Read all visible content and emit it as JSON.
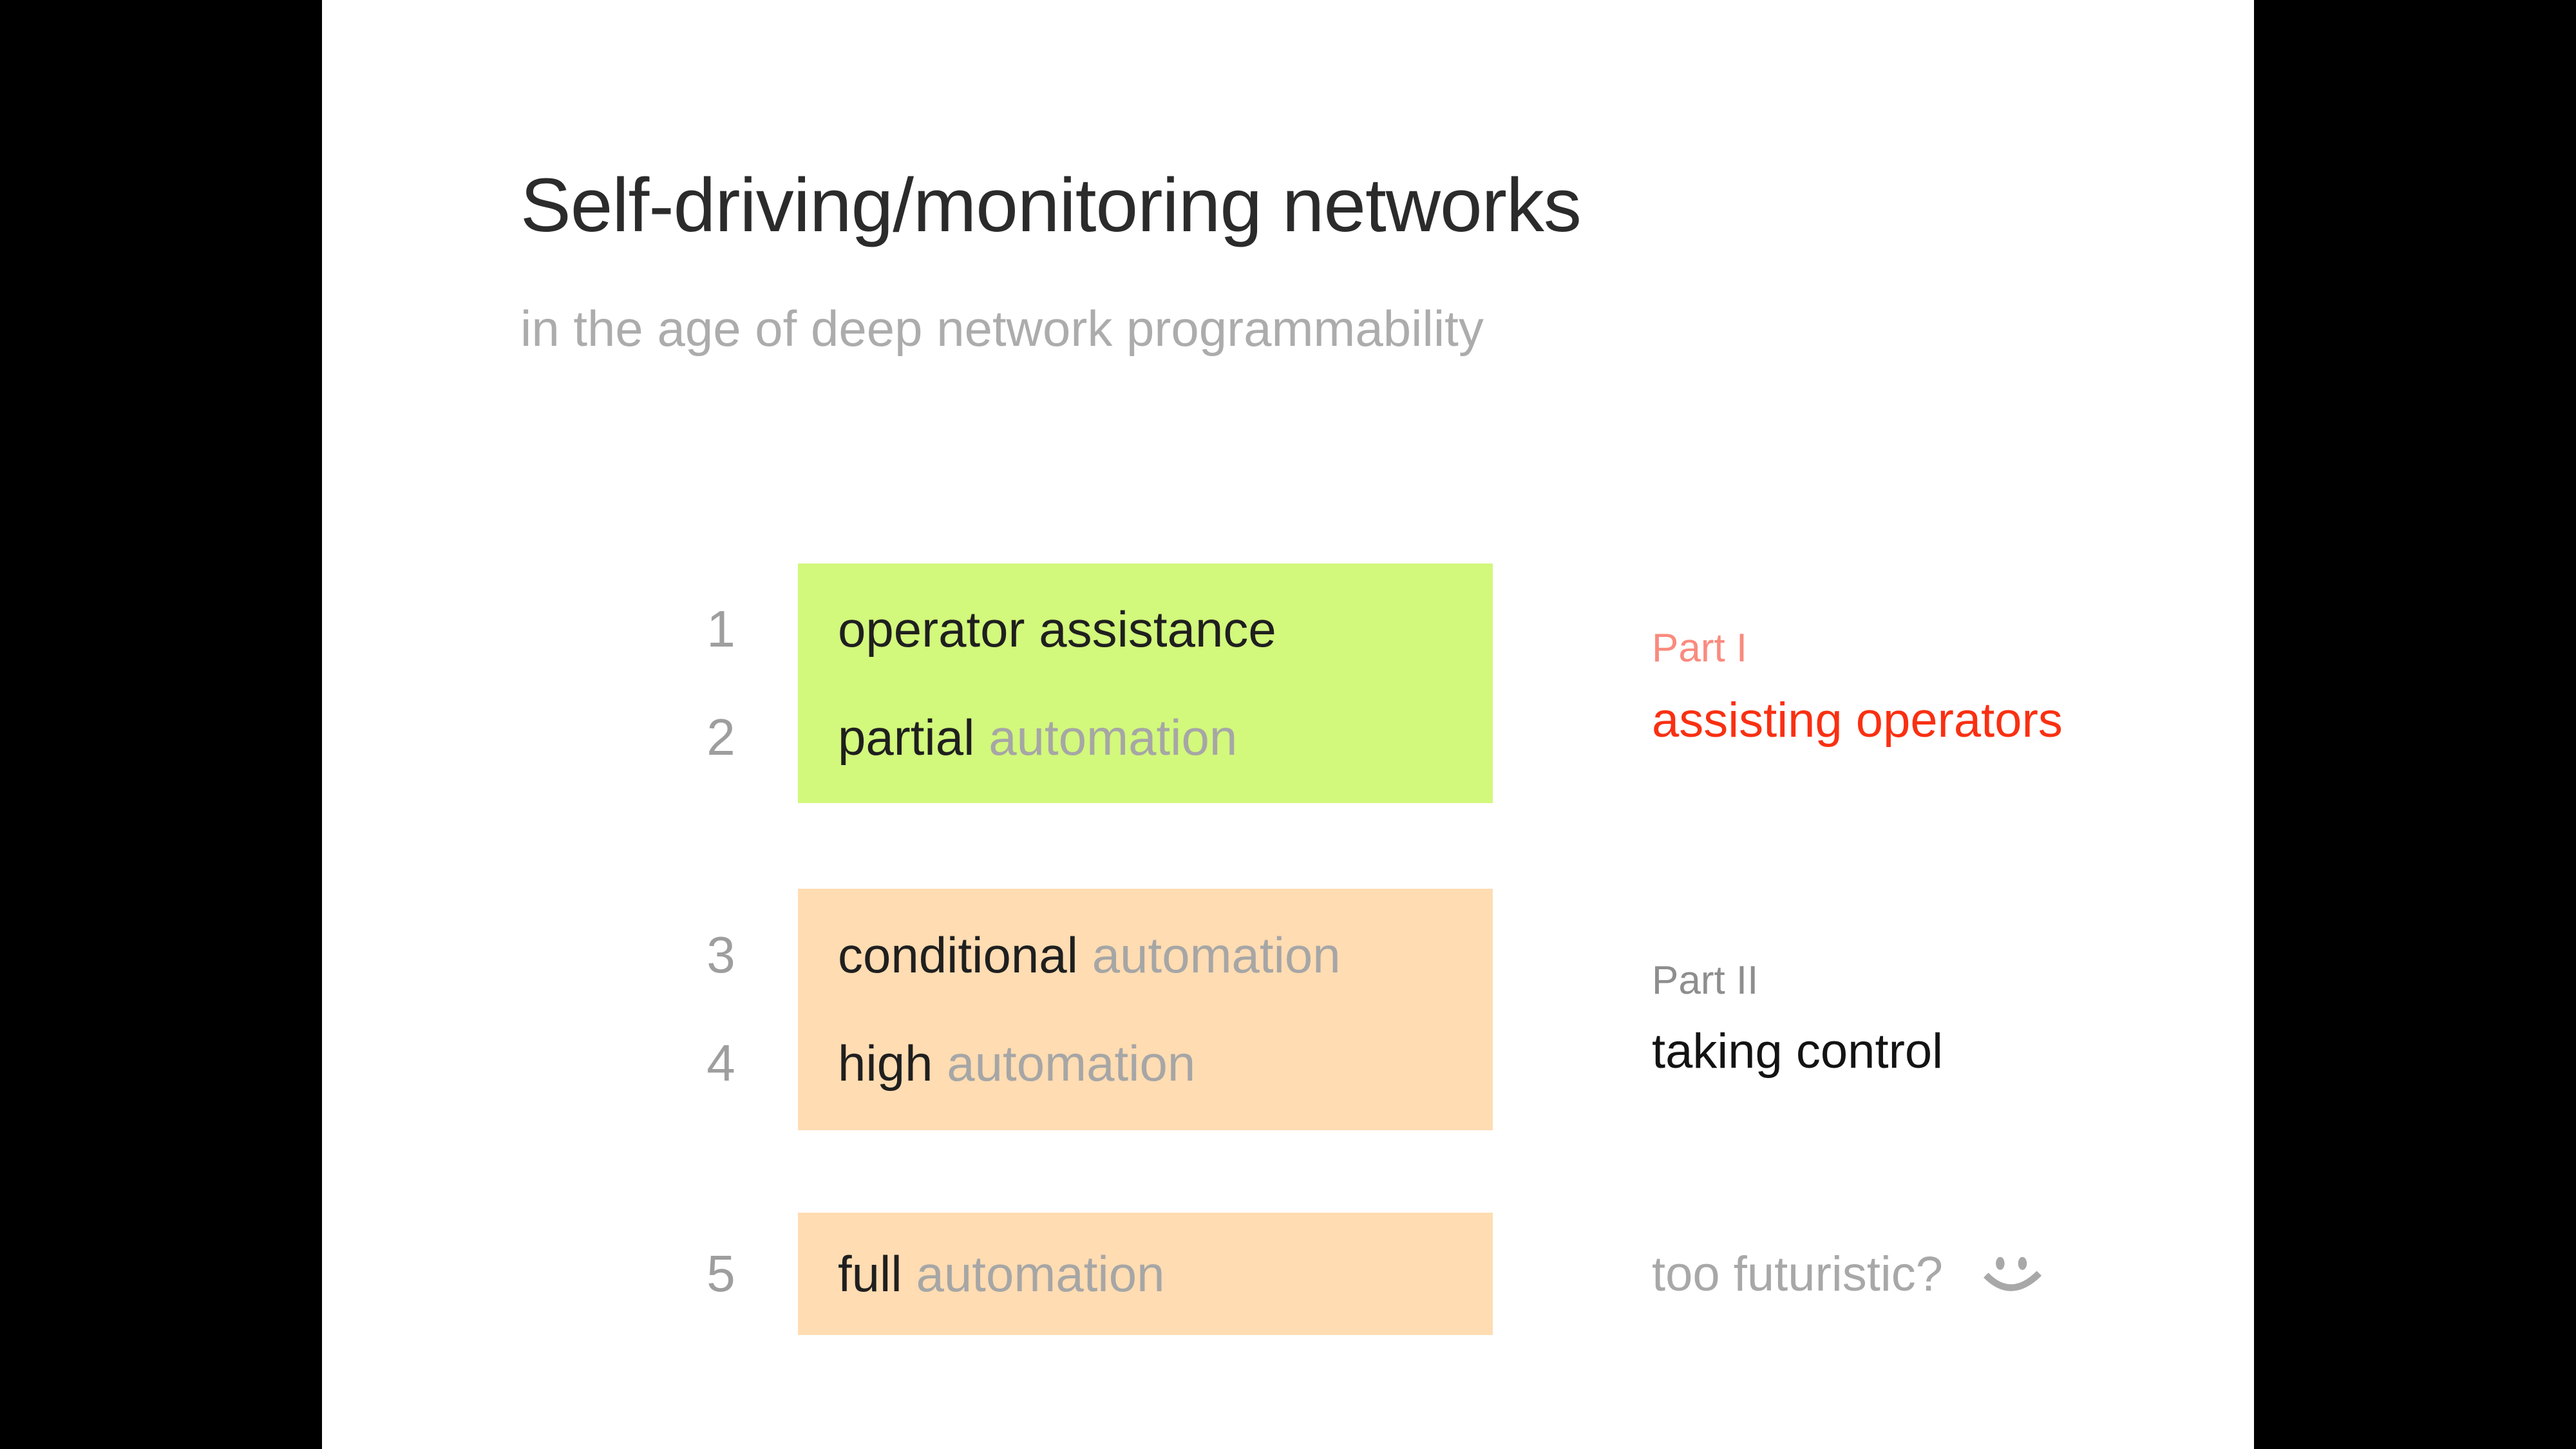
{
  "slide": {
    "title": "Self-driving/monitoring networks",
    "subtitle": "in the age of deep network programmability",
    "levels": [
      {
        "number": "1",
        "emphasis": "operator assistance",
        "rest": ""
      },
      {
        "number": "2",
        "emphasis": "partial",
        "rest": "automation"
      },
      {
        "number": "3",
        "emphasis": "conditional",
        "rest": "automation"
      },
      {
        "number": "4",
        "emphasis": "high",
        "rest": "automation"
      },
      {
        "number": "5",
        "emphasis": "full",
        "rest": "automation"
      }
    ],
    "annotations": {
      "part1_label": "Part I",
      "part1_title": "assisting operators",
      "part2_label": "Part II",
      "part2_title": "taking control",
      "futuristic": "too futuristic?",
      "futuristic_icon": "smiley-face-icon"
    },
    "colors": {
      "letterbox": "#000000",
      "slide_background": "#ffffff",
      "title_text": "#2b2b2b",
      "subtitle_text": "#acacac",
      "level_number_text": "#9e9e9e",
      "level_emphasis_text": "#1f1f1f",
      "level_rest_text": "#a6a6a6",
      "green_box": "#d2f87c",
      "orange_box": "#ffdcb2",
      "part1_label_text": "#f98b7e",
      "part1_title_text": "#f93012",
      "part2_label_text": "#8e8e8e",
      "part2_title_text": "#131313",
      "futuristic_text": "#a8a8a8"
    }
  }
}
